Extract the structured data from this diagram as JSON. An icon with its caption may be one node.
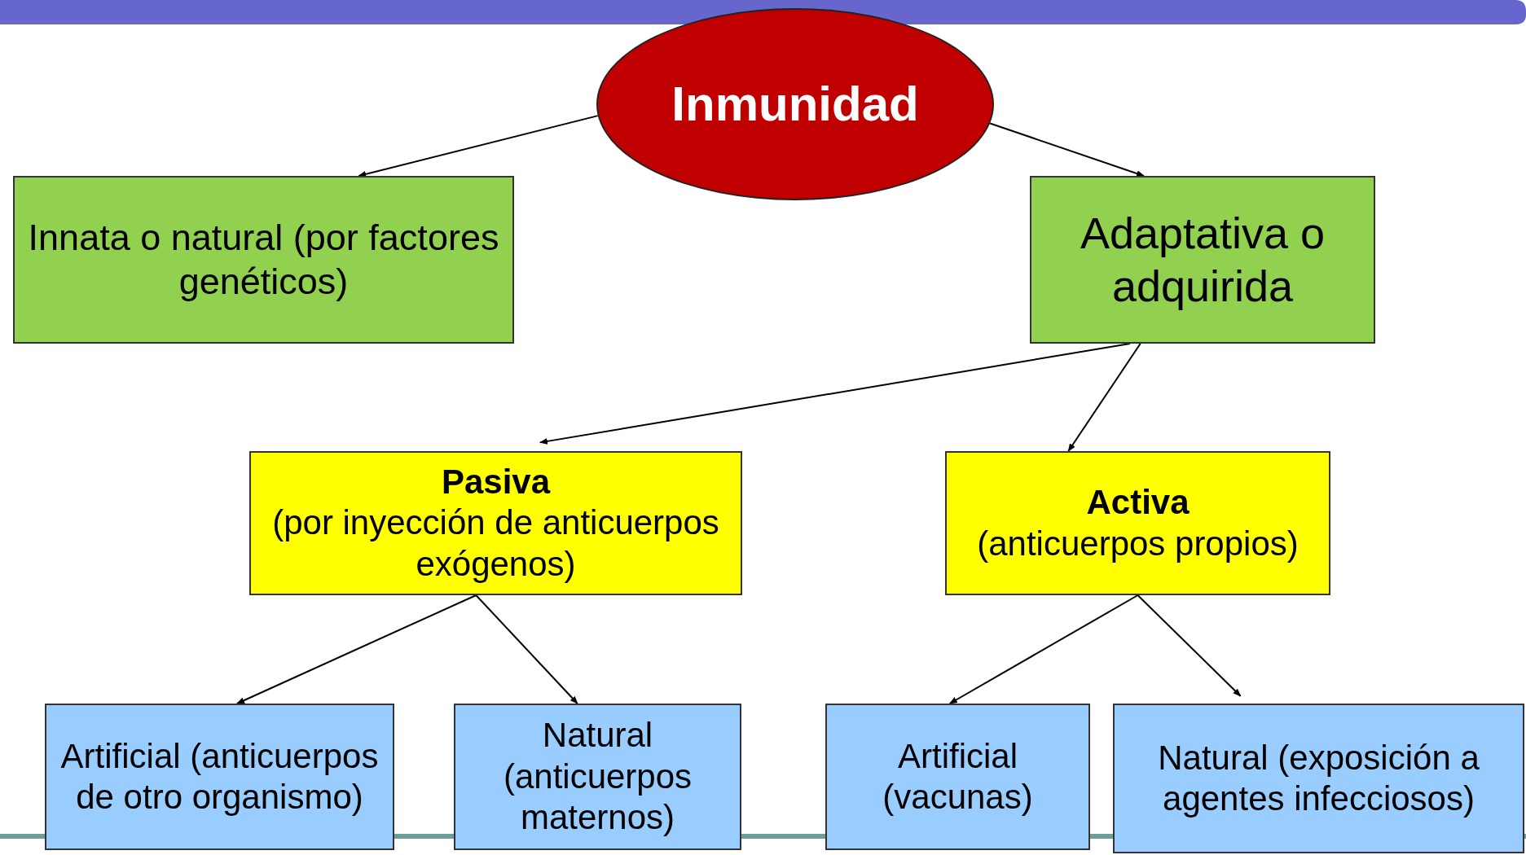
{
  "diagram": {
    "nodes": [
      {
        "text": [
          "Inmunidad"
        ]
      },
      {
        "text": [
          "Innata o natural (por factores genéticos)"
        ]
      },
      {
        "text": [
          "Adaptativa o adquirida"
        ]
      },
      {
        "text": [
          "Pasiva",
          "(por inyección de anticuerpos exógenos)"
        ]
      },
      {
        "text": [
          "Activa",
          "(anticuerpos propios)"
        ]
      },
      {
        "text": [
          "Artificial (anticuerpos de otro organismo)"
        ]
      },
      {
        "text": [
          "Natural (anticuerpos maternos)"
        ]
      },
      {
        "text": [
          "Artificial (vacunas)"
        ]
      },
      {
        "text": [
          "Natural (exposición a agentes infecciosos)"
        ]
      }
    ],
    "edges": [
      {
        "from": 0,
        "to": 1,
        "arrow": "to"
      },
      {
        "from": 0,
        "to": 2,
        "arrow": "to"
      },
      {
        "from": 2,
        "to": 3,
        "arrow": "to"
      },
      {
        "from": 2,
        "to": 4,
        "arrow": "to"
      },
      {
        "from": 3,
        "to": 5,
        "arrow": "to"
      },
      {
        "from": 3,
        "to": 6,
        "arrow": "to"
      },
      {
        "from": 4,
        "to": 7,
        "arrow": "to"
      },
      {
        "from": 4,
        "to": 8,
        "arrow": "to"
      }
    ]
  }
}
